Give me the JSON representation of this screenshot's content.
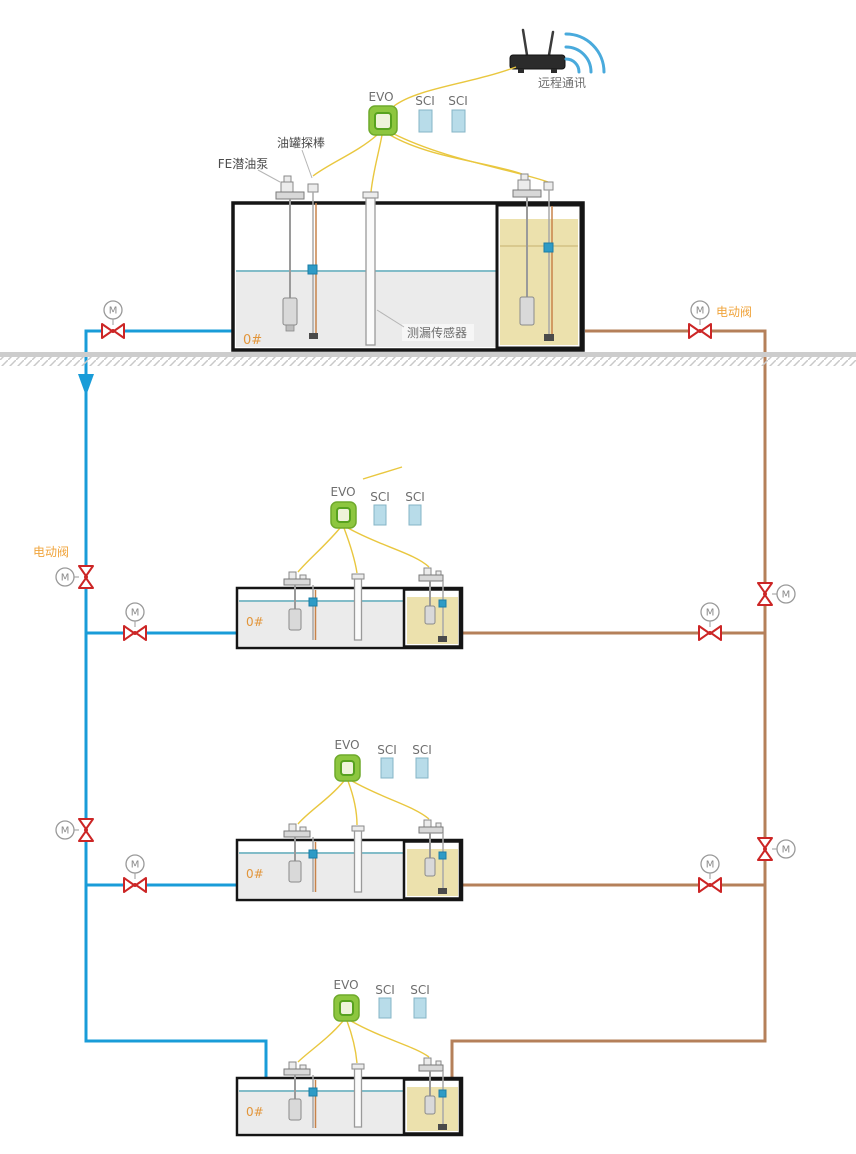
{
  "labels": {
    "remote_comm": "远程通讯",
    "evo": "EVO",
    "sci": "SCI",
    "tank_probe": "油罐探棒",
    "fe_pump": "FE潜油泵",
    "leak_sensor": "测漏传感器",
    "electric_valve": "电动阀",
    "tank_grade": "0#",
    "motor": "M"
  },
  "colors": {
    "pipe_blue": "#199cd8",
    "pipe_brown": "#b5805a",
    "valve_red": "#cc2626",
    "wire_yellow": "#e9c73f",
    "fuel_tan": "#ece1ad",
    "water_line": "#82bcc8",
    "evo_green": "#8dc63f",
    "sci_blue": "#b8dce9",
    "label_orange": "#f0a43c",
    "grade_orange": "#e2953a"
  }
}
